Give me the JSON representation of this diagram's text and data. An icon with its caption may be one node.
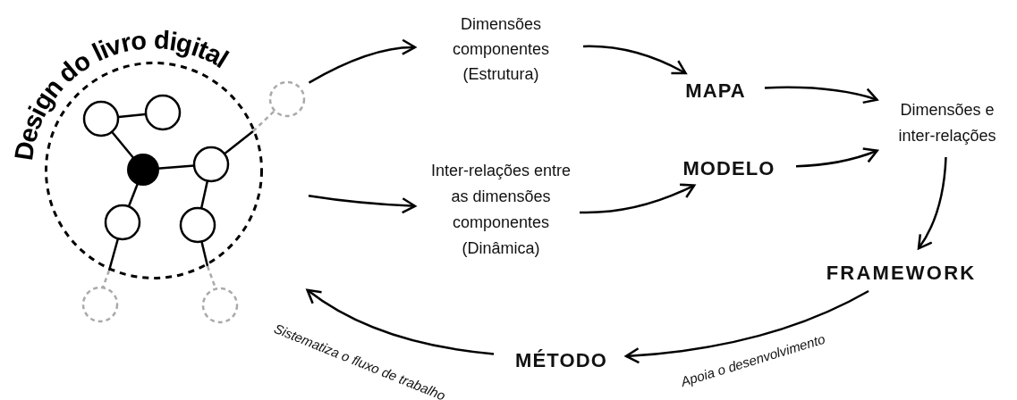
{
  "diagram": {
    "nodes": [
      {
        "text": [
          "Design do livro digital"
        ]
      },
      {
        "text": [
          "Dimensões componentes (Estrutura)"
        ]
      },
      {
        "text": [
          "Inter-relações entre as dimensões componentes (Dinâmica)"
        ]
      },
      {
        "text": [
          "MAPA"
        ]
      },
      {
        "text": [
          "MODELO"
        ]
      },
      {
        "text": [
          "Dimensões e inter-relações"
        ]
      },
      {
        "text": [
          "FRAMEWORK"
        ]
      },
      {
        "text": [
          "MÉTODO"
        ]
      }
    ],
    "edges": [
      {
        "from": 0,
        "to": 1,
        "arrow": "to"
      },
      {
        "from": 0,
        "to": 2,
        "arrow": "to"
      },
      {
        "from": 1,
        "to": 3,
        "arrow": "to"
      },
      {
        "from": 2,
        "to": 4,
        "arrow": "to"
      },
      {
        "from": 3,
        "to": 5,
        "arrow": "to"
      },
      {
        "from": 4,
        "to": 5,
        "arrow": "to"
      },
      {
        "from": 5,
        "to": 6,
        "arrow": "to"
      },
      {
        "from": 6,
        "to": 7,
        "label": "Apoia o desenvolvimento",
        "arrow": "to"
      },
      {
        "from": 7,
        "to": 0,
        "label": "Sistematiza o fluxo de trabalho",
        "arrow": "to"
      }
    ]
  }
}
